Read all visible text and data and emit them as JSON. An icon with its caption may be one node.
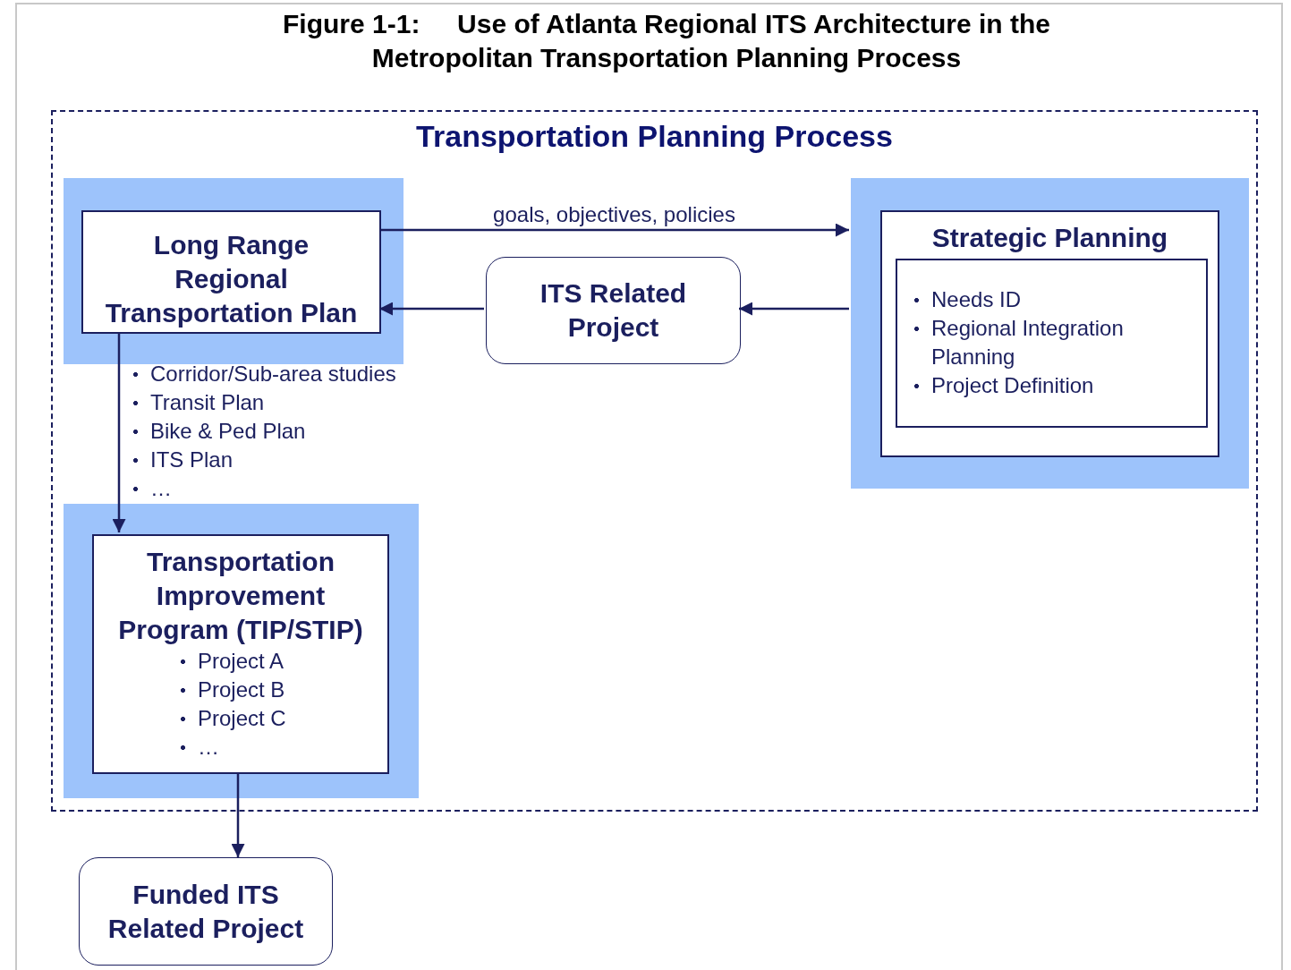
{
  "diagram": {
    "title": "Figure 1-1:     Use of Atlanta Regional ITS Architecture in the Metropolitan Transportation Planning Process",
    "nodes": [
      {
        "text": [
          "Transportation Planning Process"
        ]
      },
      {
        "text": [],
        "shape": "box",
        "in": 0
      },
      {
        "text": [
          "Long Range Regional Transportation Plan"
        ],
        "in": 1
      },
      {
        "text": [
          "ITS Related Project"
        ],
        "in": 0
      },
      {
        "text": [],
        "shape": "box",
        "in": 0
      },
      {
        "text": [
          "Strategic Planning"
        ],
        "in": 4
      },
      {
        "text": [
          "Needs ID",
          "Regional Integration Planning",
          "Project Definition"
        ],
        "in": 5
      },
      {
        "text": [],
        "shape": "box",
        "in": 0
      },
      {
        "text": [
          "Transportation Improvement Program (TIP/STIP)",
          "Project A",
          "Project B",
          "Project C",
          "…"
        ],
        "in": 7
      },
      {
        "text": [
          "Funded ITS Related Project"
        ]
      }
    ],
    "edges": [
      {
        "from": 2,
        "to": 4,
        "arrow": "to",
        "label": "goals, objectives, policies"
      },
      {
        "from": 3,
        "to": 2,
        "arrow": "to"
      },
      {
        "from": 4,
        "to": 3,
        "arrow": "to"
      },
      {
        "from": 2,
        "to": 8,
        "arrow": "to"
      },
      {
        "from": 8,
        "to": 9,
        "arrow": "to"
      }
    ],
    "labels": [
      "Corridor/Sub-area studies",
      "Transit Plan",
      "Bike & Ped Plan",
      "ITS Plan",
      "…"
    ]
  }
}
